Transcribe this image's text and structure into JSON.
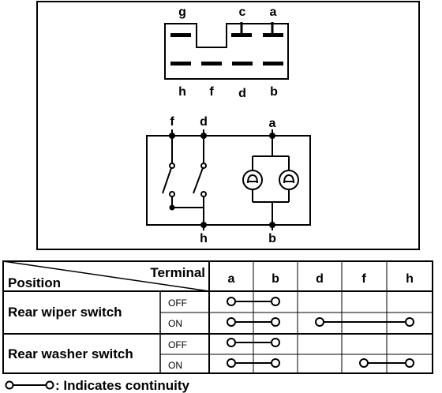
{
  "connector": {
    "top_terminals": [
      "g",
      "c",
      "a"
    ],
    "bottom_terminals": [
      "h",
      "f",
      "d",
      "b"
    ]
  },
  "circuit": {
    "top_terminals": [
      "f",
      "d",
      "a"
    ],
    "bottom_terminals": [
      "h",
      "b"
    ]
  },
  "table": {
    "header_terminal": "Terminal",
    "header_position": "Position",
    "columns": [
      "a",
      "b",
      "d",
      "f",
      "h"
    ],
    "rows": [
      {
        "name": "Rear wiper switch",
        "states": [
          {
            "label": "OFF",
            "connections": [
              [
                "a",
                "b"
              ]
            ]
          },
          {
            "label": "ON",
            "connections": [
              [
                "a",
                "b"
              ],
              [
                "d",
                "h"
              ]
            ]
          }
        ]
      },
      {
        "name": "Rear washer switch",
        "states": [
          {
            "label": "OFF",
            "connections": [
              [
                "a",
                "b"
              ]
            ]
          },
          {
            "label": "ON",
            "connections": [
              [
                "a",
                "b"
              ],
              [
                "f",
                "h"
              ]
            ]
          }
        ]
      }
    ]
  },
  "legend": {
    "text": ": Indicates continuity"
  }
}
